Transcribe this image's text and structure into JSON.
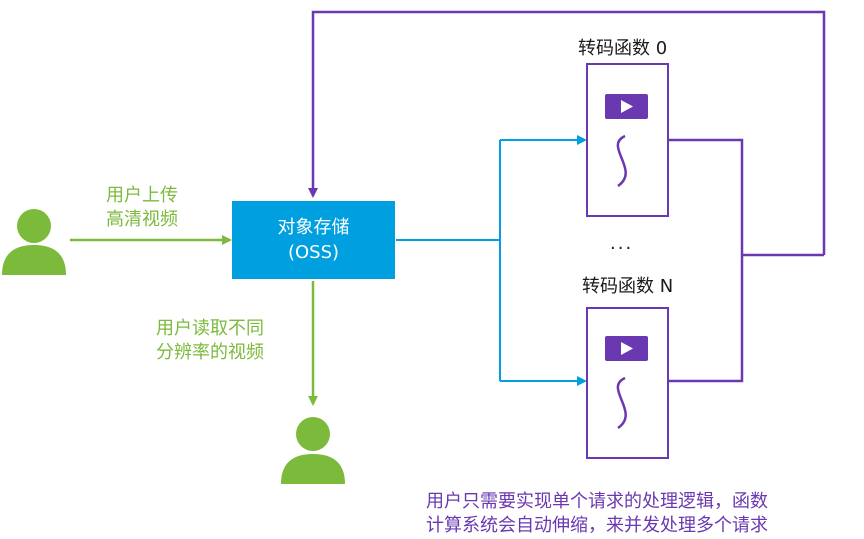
{
  "upload_label": {
    "line1": "用户上传",
    "line2": "高清视频"
  },
  "read_label": {
    "line1": "用户读取不同",
    "line2": "分辨率的视频"
  },
  "oss": {
    "line1": "对象存储",
    "line2": "(OSS)"
  },
  "function_0": {
    "title": "转码函数 0"
  },
  "function_n": {
    "title": "转码函数 N"
  },
  "ellipsis": "...",
  "note": {
    "line1": "用户只需要实现单个请求的处理逻辑，函数",
    "line2": "计算系统会自动伸缩，来并发处理多个请求"
  },
  "colors": {
    "green": "#7cba3c",
    "blue": "#00a0e0",
    "purple": "#6a38b0"
  },
  "icons": [
    "user-icon",
    "video-play-icon",
    "wave-icon"
  ]
}
